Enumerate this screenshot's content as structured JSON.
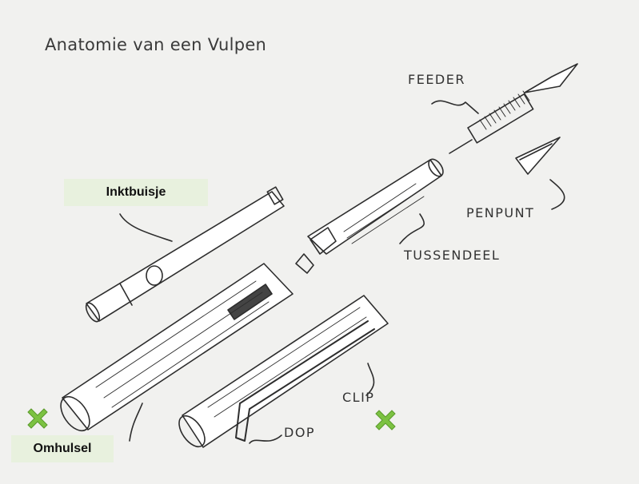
{
  "title": "Anatomie van een Vulpen",
  "labels": {
    "feeder": "FEEDER",
    "penpunt": "PENPUNT",
    "tussendeel": "TUSSENDEEL",
    "clip": "CLIP",
    "dop": "DOP",
    "inktbuisje": "Inktbuisje",
    "omhulsel": "Omhulsel"
  },
  "colors": {
    "label_box": "#e8f1de",
    "x_mark": "#7cc242",
    "ink": "#2d2d2d"
  },
  "icons": [
    "green-x-icon",
    "green-x-icon"
  ]
}
